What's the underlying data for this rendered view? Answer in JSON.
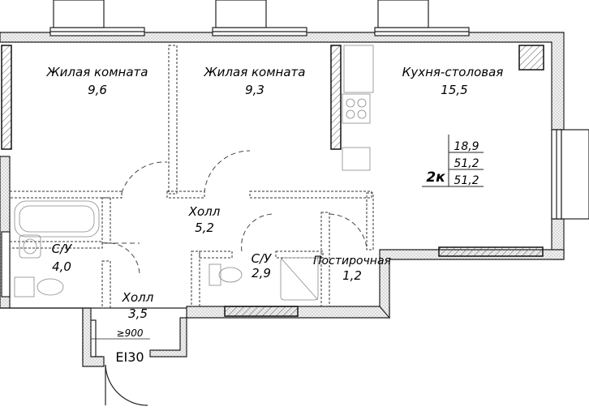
{
  "rooms": {
    "living1": {
      "name": "Жилая комната",
      "area": "9,6"
    },
    "living2": {
      "name": "Жилая комната",
      "area": "9,3"
    },
    "kitchen": {
      "name": "Кухня-столовая",
      "area": "15,5"
    },
    "hall1": {
      "name": "Холл",
      "area": "5,2"
    },
    "bath1": {
      "name": "С/У",
      "area": "4,0"
    },
    "bath2": {
      "name": "С/У",
      "area": "2,9"
    },
    "laundry": {
      "name": "Постирочная",
      "area": "1,2"
    },
    "hall2": {
      "name": "Холл",
      "area": "3,5"
    }
  },
  "summary": {
    "living": "18,9",
    "total": "51,2",
    "total2": "51,2",
    "type": "2к"
  },
  "door": {
    "width": "≥900",
    "rating": "EI30"
  }
}
